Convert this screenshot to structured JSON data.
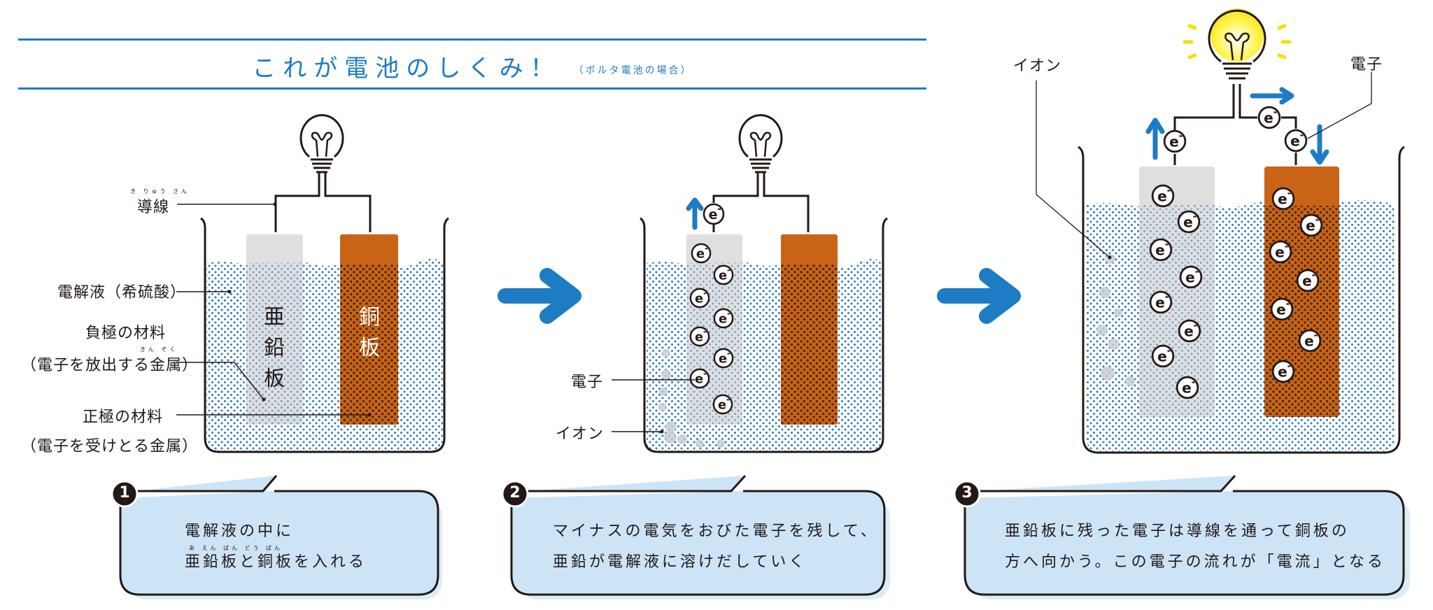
{
  "header": {
    "title": "これが電池のしくみ！",
    "subtitle": "（ボルタ電池の場合）"
  },
  "colors": {
    "accent_blue": "#1d7cc3",
    "zinc": "#dcdcdc",
    "copper": "#c96417",
    "liquid_dot": "#2b7bc0",
    "callout_fill": "#cce4f6",
    "bulb_glow": "#fff34a"
  },
  "panel1": {
    "labels": {
      "wire": "導線",
      "electrolyte": "電解液（希硫酸）",
      "electrolyte_ruby": "き りゅう さん",
      "negative_title": "負極の材料",
      "negative_desc": "（電子を放出する金属）",
      "negative_ruby": "きん ぞく",
      "positive_title": "正極の材料",
      "positive_desc": "（電子を受けとる金属）"
    },
    "zinc_plate": [
      "亜",
      "鉛",
      "板"
    ],
    "copper_plate": [
      "銅",
      "板"
    ]
  },
  "panel2": {
    "labels": {
      "electron": "電子",
      "ion": "イオン"
    },
    "electron_symbol": "e⁻"
  },
  "panel3": {
    "labels": {
      "ion": "イオン",
      "electron": "電子"
    },
    "electron_symbol": "e⁻"
  },
  "callouts": [
    {
      "number": "1",
      "lines": [
        "電解液の中に",
        "亜鉛板と銅板を入れる"
      ],
      "ruby": "あ  えん ばん      どう ばん"
    },
    {
      "number": "2",
      "lines": [
        "マイナスの電気をおびた電子を残して、",
        "亜鉛が電解液に溶けだしていく"
      ]
    },
    {
      "number": "3",
      "lines": [
        "亜鉛板に残った電子は導線を通って銅板の",
        "方へ向かう。この電子の流れが「電流」となる"
      ]
    }
  ]
}
